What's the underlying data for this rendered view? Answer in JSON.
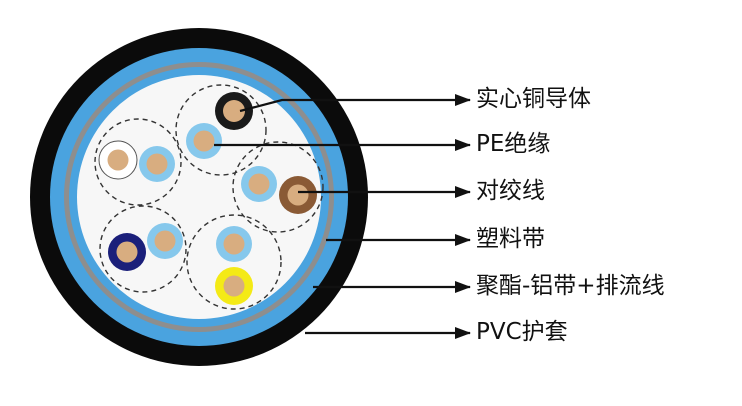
{
  "labels": {
    "solid_copper_conductor": "实心铜导体",
    "pe_insulation": "PE绝缘",
    "twisted_pair": "对绞线",
    "plastic_tape": "塑料带",
    "polyester_aluminum_tape_drain_wire": "聚酯-铝带+排流线",
    "pvc_jacket": "PVC护套"
  },
  "colors": {
    "jacket": "#0b0b0b",
    "shield_blue": "#4aa3df",
    "plastic_tape_gray": "#8e8e8e",
    "inner_filler": "#f7f7f7",
    "insulation_light_blue": "#86c8ec",
    "copper": "#d8ad80",
    "black_insulation": "#1a1a1a",
    "white_insulation": "#ffffff",
    "brown_insulation": "#8a5a35",
    "dark_blue_insulation": "#1b1f7a",
    "yellow_insulation": "#f4ea16",
    "arrow": "#111111"
  }
}
